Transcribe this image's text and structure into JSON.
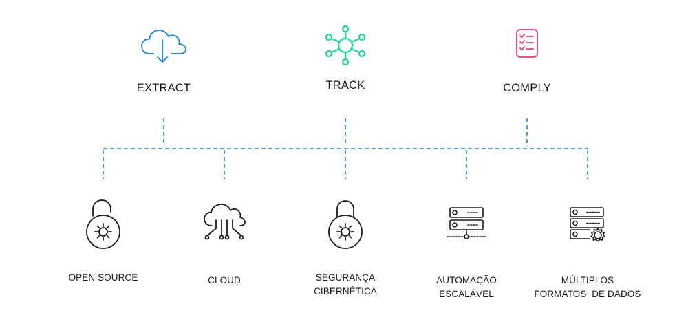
{
  "colors": {
    "extract": "#1a7fd6",
    "track": "#1fd39a",
    "comply": "#ec3f78",
    "connector": "#2d82cf",
    "icon_dark": "#1a1a1a"
  },
  "top_nodes": [
    {
      "label": "EXTRACT",
      "icon": "cloud-download-icon"
    },
    {
      "label": "TRACK",
      "icon": "network-hub-icon"
    },
    {
      "label": "COMPLY",
      "icon": "checklist-icon"
    }
  ],
  "bottom_nodes": [
    {
      "line1": "OPEN SOURCE",
      "line2": "",
      "icon": "padlock-open-icon"
    },
    {
      "line1": "CLOUD",
      "line2": "",
      "icon": "cloud-circuit-icon"
    },
    {
      "line1": "SEGURANÇA",
      "line2": "CIBERNÉTICA",
      "icon": "padlock-closed-icon"
    },
    {
      "line1": "AUTOMAÇÃO",
      "line2": "ESCALÁVEL",
      "icon": "server-network-icon"
    },
    {
      "line1": "MÚLTIPLOS",
      "line2": "FORMATOS  DE DADOS",
      "icon": "server-gear-icon"
    }
  ]
}
